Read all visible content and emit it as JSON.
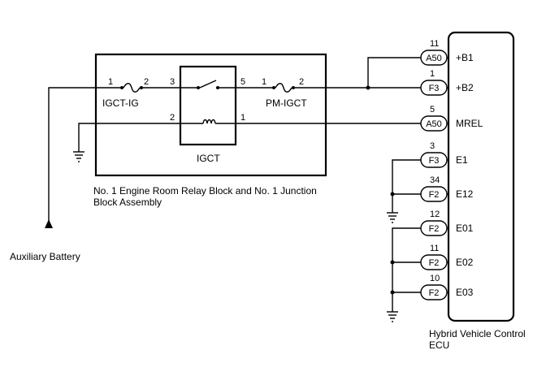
{
  "relay_block": {
    "caption_line1": "No. 1 Engine Room Relay Block and No. 1 Junction",
    "caption_line2": "Block Assembly",
    "fuse1": {
      "name": "IGCT-IG",
      "pin_in": "1",
      "pin_out": "2"
    },
    "relay": {
      "name": "IGCT",
      "pin_switch_in": "3",
      "pin_switch_out": "5",
      "pin_coil_in": "2",
      "pin_coil_out": "1"
    },
    "fuse2": {
      "name": "PM-IGCT",
      "pin_in": "1",
      "pin_out": "2"
    }
  },
  "battery_label": "Auxiliary Battery",
  "ecu": {
    "caption_line1": "Hybrid Vehicle Control",
    "caption_line2": "ECU",
    "terminals": [
      {
        "connector": "A50",
        "pin": "11",
        "name": "+B1"
      },
      {
        "connector": "F3",
        "pin": "1",
        "name": "+B2"
      },
      {
        "connector": "A50",
        "pin": "5",
        "name": "MREL"
      },
      {
        "connector": "F3",
        "pin": "3",
        "name": "E1"
      },
      {
        "connector": "F2",
        "pin": "34",
        "name": "E12"
      },
      {
        "connector": "F2",
        "pin": "12",
        "name": "E01"
      },
      {
        "connector": "F2",
        "pin": "11",
        "name": "E02"
      },
      {
        "connector": "F2",
        "pin": "10",
        "name": "E03"
      }
    ]
  }
}
